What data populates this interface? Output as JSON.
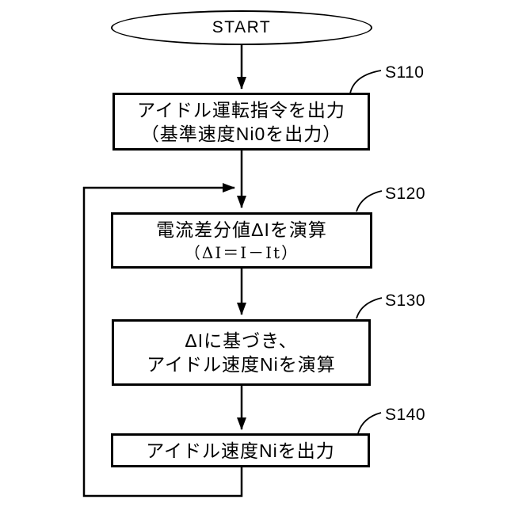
{
  "figure": {
    "kind": "flowchart",
    "background_color": "#ffffff",
    "line_color": "#000000",
    "terminal": {
      "label": "START"
    },
    "steps": [
      {
        "id": "S110",
        "lines": [
          "アイドル運転指令を出力",
          "（基準速度Ni0を出力）"
        ]
      },
      {
        "id": "S120",
        "lines": [
          "電流差分値ΔIを演算",
          "（ΔI＝I－It）"
        ]
      },
      {
        "id": "S130",
        "lines": [
          "ΔIに基づき、",
          "アイドル速度Niを演算"
        ]
      },
      {
        "id": "S140",
        "lines": [
          "アイドル速度Niを出力"
        ]
      }
    ],
    "flow": [
      "START -> S110",
      "S110 -> S120",
      "S120 -> S130",
      "S130 -> S140",
      "S140 -> loop back to junction before S120"
    ]
  }
}
